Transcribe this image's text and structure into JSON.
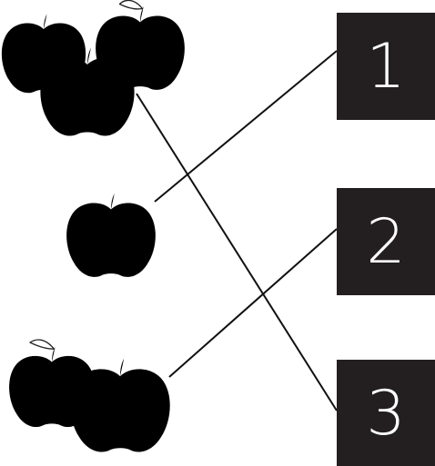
{
  "numbers": [
    "1",
    "2",
    "3"
  ],
  "colors": {
    "box_fill": "#231f20",
    "box_text": "#ffffff",
    "line": "#111111",
    "apple_outline": "#222222"
  },
  "apple_groups": [
    {
      "apple_count": 3,
      "matched_number": "3"
    },
    {
      "apple_count": 1,
      "matched_number": "1"
    },
    {
      "apple_count": 2,
      "matched_number": "2"
    }
  ]
}
